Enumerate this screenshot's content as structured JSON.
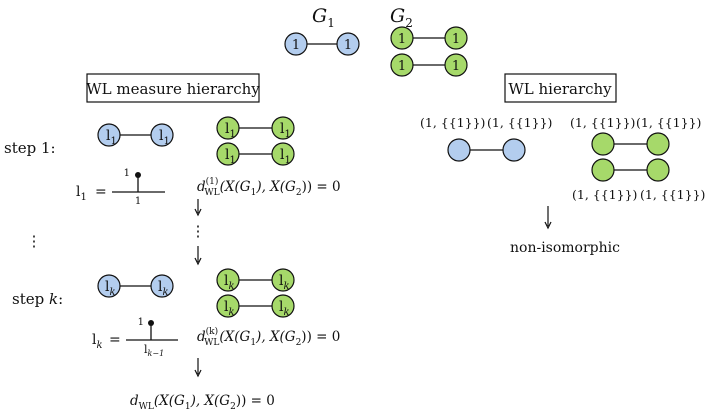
{
  "graphs": {
    "g1_label": "G",
    "g1_sub": "1",
    "g2_label": "G",
    "g2_sub": "2",
    "node_label": "1"
  },
  "colors": {
    "blue_node": "#b3cdee",
    "green_node": "#a6d96a"
  },
  "left_panel": {
    "title": "WL measure hierarchy",
    "step1": {
      "label": "step 1:",
      "node_label": "l",
      "node_sub": "1",
      "measure_lhs": "l",
      "measure_lhs_sub": "1",
      "measure_eq": "=",
      "stem_label": "1",
      "axis_label": "1",
      "distance": "d",
      "distance_sub": "WL",
      "distance_sup": "(1)",
      "distance_body": "(X(G",
      "distance_mid": "), X(G",
      "distance_end": ")) = 0"
    },
    "vdots": "⋮",
    "stepk": {
      "label": "step k:",
      "node_label": "l",
      "node_sub": "k",
      "measure_lhs": "l",
      "measure_lhs_sub": "k",
      "measure_eq": "=",
      "stem_label": "1",
      "axis_label": "l",
      "axis_label_sub": "k−1",
      "distance": "d",
      "distance_sub": "WL",
      "distance_sup": "(k)",
      "distance_body": "(X(G",
      "distance_mid": "), X(G",
      "distance_end": ")) = 0"
    },
    "final": {
      "distance": "d",
      "distance_sub": "WL",
      "distance_body": "(X(G",
      "distance_mid": "), X(G",
      "distance_end": ")) = 0"
    }
  },
  "right_panel": {
    "title": "WL hierarchy",
    "node_tuple": "(1, {{1}})",
    "result": "non-isomorphic"
  }
}
